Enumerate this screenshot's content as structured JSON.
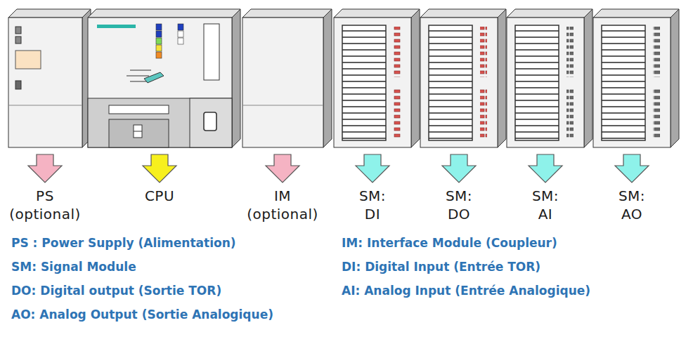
{
  "diagram": {
    "labels": [
      "PS (optional)",
      "CPU",
      "IM (optional)",
      "SM: DI",
      "SM: DO",
      "SM: AI",
      "SM: AO",
      "PS : Power Supply (Alimentation)",
      "IM: Interface Module (Coupleur)",
      "SM: Signal Module",
      "DI: Digital Input (Entrée TOR)",
      "DO: Digital output (Sortie TOR)",
      "AI: Analog Input (Entrée Analogique)",
      "AO: Analog Output (Sortie Analogique)"
    ]
  }
}
